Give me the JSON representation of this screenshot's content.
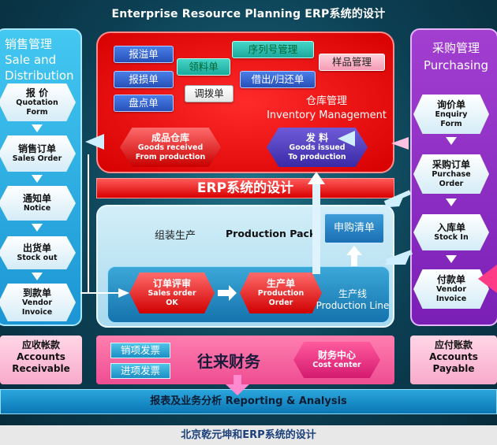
{
  "title": "Enterprise Resource Planning ERP系统的设计",
  "sales": {
    "title_cn": "销售管理",
    "title_en_1": "Sale and",
    "title_en_2": "Distribution",
    "nodes": [
      {
        "cn": "报  价",
        "en1": "Quotation",
        "en2": "Form"
      },
      {
        "cn": "销售订单",
        "en1": "Sales  Order",
        "en2": ""
      },
      {
        "cn": "通知单",
        "en1": "Notice",
        "en2": ""
      },
      {
        "cn": "出货单",
        "en1": "Stock out",
        "en2": ""
      },
      {
        "cn": "到款单",
        "en1": "Vendor",
        "en2": "Invoice"
      }
    ]
  },
  "purchasing": {
    "title_cn": "采购管理",
    "title_en": "Purchasing",
    "nodes": [
      {
        "cn": "询价单",
        "en1": "Enquiry",
        "en2": "Form"
      },
      {
        "cn": "采购订单",
        "en1": "Purchase",
        "en2": "Order"
      },
      {
        "cn": "入库单",
        "en1": "Stock In",
        "en2": ""
      },
      {
        "cn": "付款单",
        "en1": "Vendor",
        "en2": "Invoice"
      }
    ]
  },
  "inventory": {
    "title_cn": "仓库管理",
    "title_en": "Inventory  Management",
    "chips": {
      "overflow": "报溢单",
      "damage": "报损单",
      "count": "盘点单",
      "requisition": "领料单",
      "transfer": "调拨单",
      "serial": "序列号管理",
      "borrow": "借出/归还单",
      "sample": "样品管理"
    },
    "finished": {
      "cn": "成品仓库",
      "en1": "Goods received",
      "en2": "From production"
    },
    "issue": {
      "cn": "发  料",
      "en1": "Goods issued",
      "en2": "To production"
    }
  },
  "erp_band": "ERP系统的设计",
  "production": {
    "title_cn": "组装生产",
    "title_en": "Production Pack",
    "requisition_list": "申购清单",
    "line_cn": "生产线",
    "line_en": "Production Line",
    "review": {
      "cn": "订单评审",
      "en1": "Sales order",
      "en2": "OK"
    },
    "order": {
      "cn": "生产单",
      "en1": "Production",
      "en2": "Order"
    }
  },
  "finance": {
    "ar_cn": "应收帐款",
    "ar_en1": "Accounts",
    "ar_en2": "Receivable",
    "ap_cn": "应付账款",
    "ap_en1": "Accounts",
    "ap_en2": "Payable",
    "sales_invoice": "销项发票",
    "input_invoice": "进项发票",
    "title": "往来财务",
    "center_cn": "财务中心",
    "center_en": "Cost center"
  },
  "report": "报表及业务分析 Reporting & Analysis",
  "footer": "北京乾元坤和ERP系统的设计"
}
